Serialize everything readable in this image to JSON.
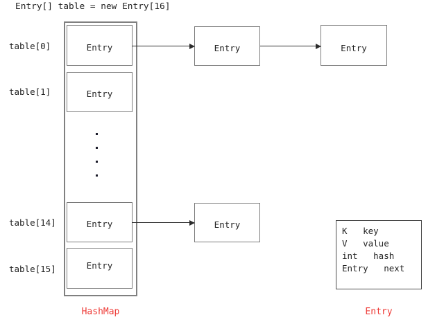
{
  "diagram": {
    "header": "Entry[] table = new Entry[16]",
    "captions": {
      "hashmap": "HashMap",
      "entry": "Entry"
    },
    "colors": {
      "caption_red": "#ee3a36",
      "box_border": "#7a7a7a",
      "container_border": "#808080",
      "arrow": "#2b2b2b",
      "text": "#232323",
      "background": "#ffffff"
    },
    "row_labels": [
      {
        "label": "table[0]"
      },
      {
        "label": "table[1]"
      },
      {
        "label": "table[14]"
      },
      {
        "label": "table[15]"
      }
    ],
    "buckets": [
      {
        "index": "0",
        "label": "Entry"
      },
      {
        "index": "1",
        "label": "Entry"
      },
      {
        "index": "14",
        "label": "Entry"
      },
      {
        "index": "15",
        "label": "Entry"
      }
    ],
    "chain_nodes": [
      {
        "id": "bucket0-node1",
        "label": "Entry"
      },
      {
        "id": "bucket0-node2",
        "label": "Entry"
      },
      {
        "id": "bucket14-node1",
        "label": "Entry"
      }
    ],
    "ellipsis_dot_count": 4,
    "legend": {
      "fields": [
        "K   key",
        "V   value",
        "int   hash",
        "Entry   next"
      ]
    }
  }
}
